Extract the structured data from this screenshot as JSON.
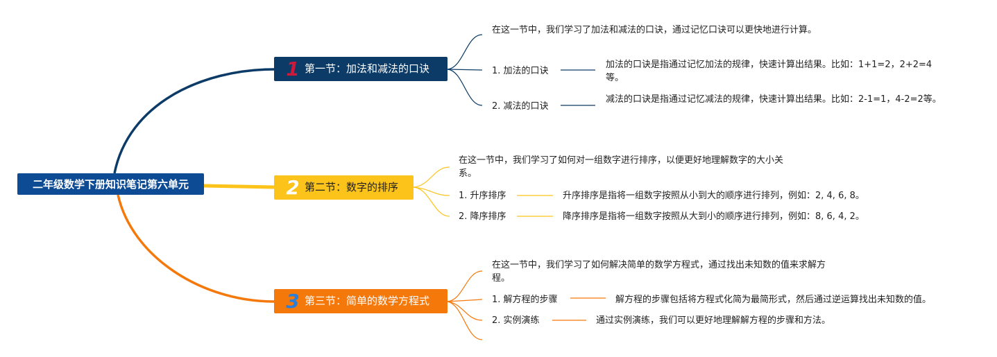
{
  "root": {
    "title": "二年级数学下册知识笔记第六单元"
  },
  "sections": [
    {
      "number": "1",
      "title": "第一节：加法和减法的口诀",
      "color": "#0b3b66",
      "intro": "在这一节中，我们学习了加法和减法的口诀，通过记忆口诀可以更快地进行计算。",
      "items": [
        {
          "label": "1. 加法的口诀",
          "desc": "加法的口诀是指通过记忆加法的规律，快速计算出结果。比如：1+1=2，2+2=4等。"
        },
        {
          "label": "2. 减法的口诀",
          "desc": "减法的口诀是指通过记忆减法的规律，快速计算出结果。比如：2-1=1，4-2=2等。"
        }
      ]
    },
    {
      "number": "2",
      "title": "第二节：数字的排序",
      "color": "#fcc31a",
      "intro": "在这一节中，我们学习了如何对一组数字进行排序，以便更好地理解数字的大小关系。",
      "items": [
        {
          "label": "1. 升序排序",
          "desc": "升序排序是指将一组数字按照从小到大的顺序进行排列，例如：2, 4, 6, 8。"
        },
        {
          "label": "2. 降序排序",
          "desc": "降序排序是指将一组数字按照从大到小的顺序进行排列，例如：8, 6, 4, 2。"
        }
      ]
    },
    {
      "number": "3",
      "title": "第三节：简单的数学方程式",
      "color": "#f5780a",
      "intro": "在这一节中，我们学习了如何解决简单的数学方程式，通过找出未知数的值来求解方程。",
      "items": [
        {
          "label": "1. 解方程的步骤",
          "desc": "解方程的步骤包括将方程式化简为最简形式，然后通过逆运算找出未知数的值。"
        },
        {
          "label": "2. 实例演练",
          "desc": "通过实例演练，我们可以更好地理解解方程的步骤和方法。"
        }
      ]
    }
  ]
}
